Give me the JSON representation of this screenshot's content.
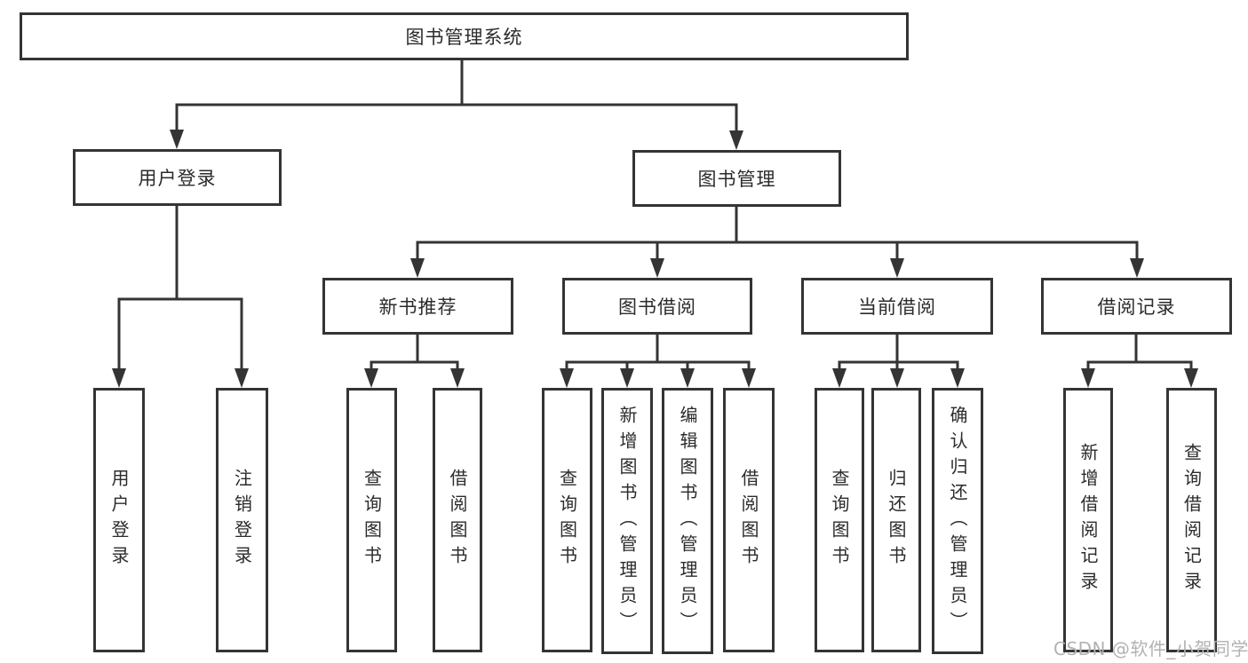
{
  "diagram": {
    "root": {
      "label": "图书管理系统"
    },
    "level2": [
      {
        "label": "用户登录",
        "parent": "图书管理系统"
      },
      {
        "label": "图书管理",
        "parent": "图书管理系统"
      }
    ],
    "level3": [
      {
        "label": "新书推荐",
        "parent": "图书管理"
      },
      {
        "label": "图书借阅",
        "parent": "图书管理"
      },
      {
        "label": "当前借阅",
        "parent": "图书管理"
      },
      {
        "label": "借阅记录",
        "parent": "图书管理"
      }
    ],
    "leaves": [
      {
        "label": "用户登录",
        "parent": "用户登录"
      },
      {
        "label": "注销登录",
        "parent": "用户登录"
      },
      {
        "label": "查询图书",
        "parent": "新书推荐"
      },
      {
        "label": "借阅图书",
        "parent": "新书推荐"
      },
      {
        "label": "查询图书",
        "parent": "图书借阅"
      },
      {
        "label": "新增图书（管理员）",
        "parent": "图书借阅"
      },
      {
        "label": "编辑图书（管理员）",
        "parent": "图书借阅"
      },
      {
        "label": "借阅图书",
        "parent": "图书借阅"
      },
      {
        "label": "查询图书",
        "parent": "当前借阅"
      },
      {
        "label": "归还图书",
        "parent": "当前借阅"
      },
      {
        "label": "确认归还（管理员）",
        "parent": "当前借阅"
      },
      {
        "label": "新增借阅记录",
        "parent": "借阅记录"
      },
      {
        "label": "查询借阅记录",
        "parent": "借阅记录"
      }
    ]
  },
  "watermark": {
    "text": "CSDN @软件_小贺同学",
    "color": "#b2b2b2"
  },
  "colors": {
    "line": "#343434",
    "text": "#2b2b2b",
    "background": "#ffffff"
  }
}
